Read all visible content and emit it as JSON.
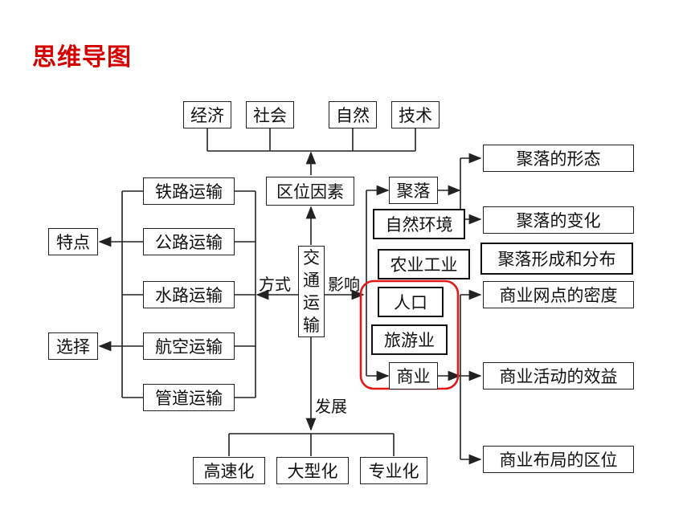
{
  "title": "思维导图",
  "center": [
    "交",
    "通",
    "运",
    "输"
  ],
  "factors": {
    "header": "区位因素",
    "items": [
      "经济",
      "社会",
      "自然",
      "技术"
    ]
  },
  "modes": {
    "label": "方式",
    "items": [
      "铁路运输",
      "公路运输",
      "水路运输",
      "航空运输",
      "管道运输"
    ]
  },
  "left": {
    "features": "特点",
    "choice": "选择"
  },
  "influence": {
    "label": "影响",
    "settlement": "聚落",
    "commerce": "商业",
    "settlement_items": [
      "聚落的形态",
      "聚落的变化"
    ],
    "commerce_items": [
      "商业网点的密度",
      "商业活动的效益",
      "商业布局的区位"
    ],
    "overlay_boxes": [
      "自然环境",
      "农业工业",
      "聚落形成和分布",
      "人口",
      "旅游业"
    ]
  },
  "development": {
    "label": "发展",
    "items": [
      "高速化",
      "大型化",
      "专业化"
    ]
  },
  "colors": {
    "title": "#d40000",
    "highlight": "#e01818"
  }
}
